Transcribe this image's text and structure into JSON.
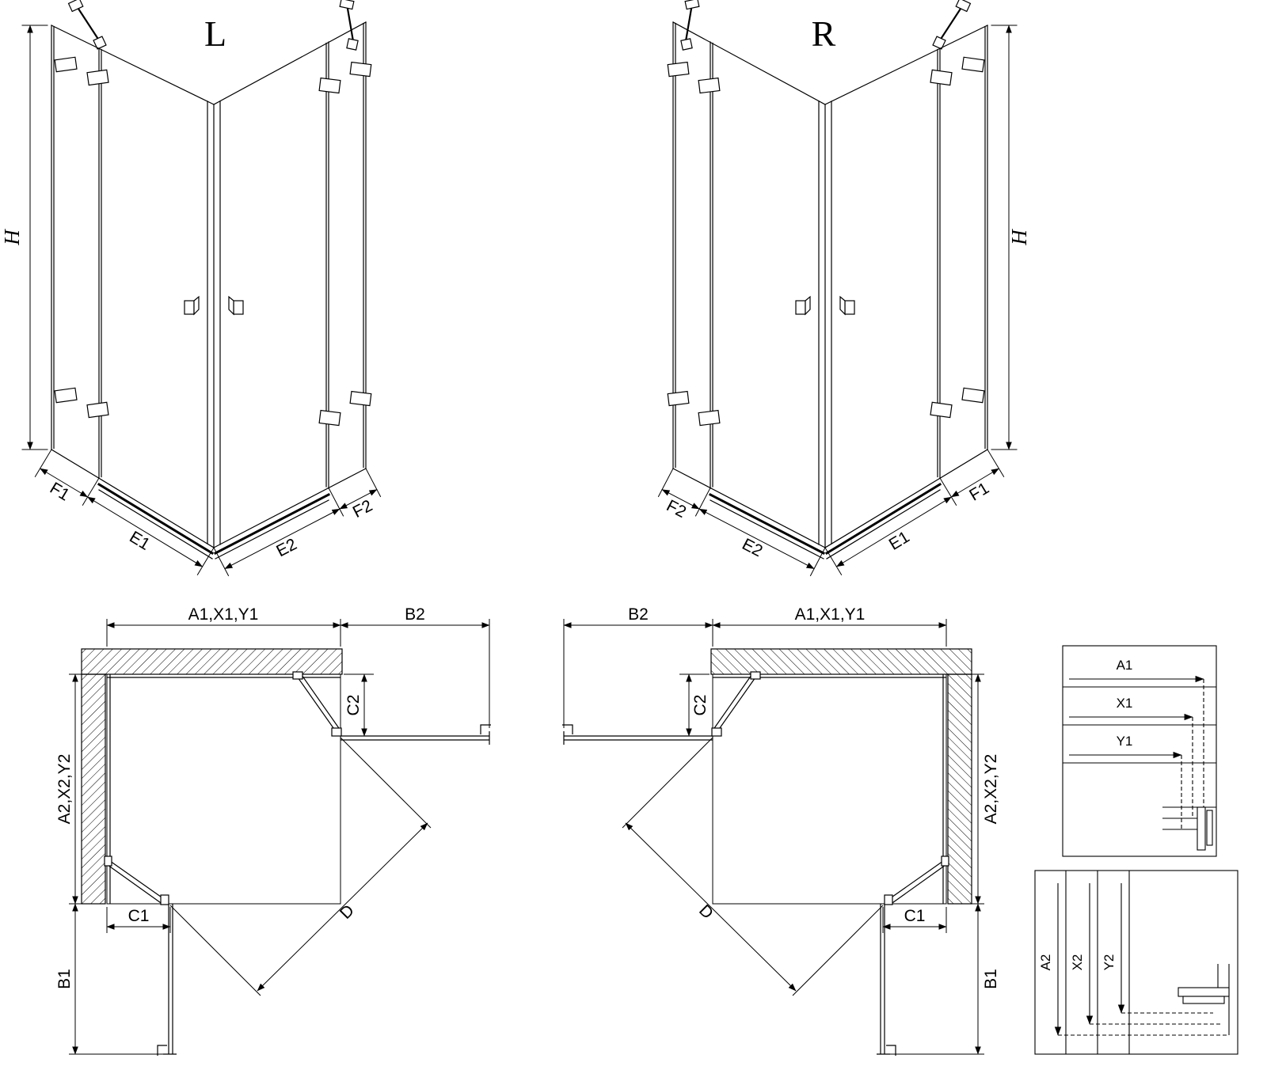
{
  "background": "#ffffff",
  "line_color": "#000000",
  "perspective_left": {
    "title": "L",
    "height_dim": "H",
    "dims": {
      "f1": "F1",
      "e1": "E1",
      "e2": "E2",
      "f2": "F2"
    }
  },
  "perspective_right": {
    "title": "R",
    "height_dim": "H",
    "dims": {
      "f1": "F1",
      "e1": "E1",
      "e2": "E2",
      "f2": "F2"
    }
  },
  "plan_left": {
    "width_dim": "A1,X1,Y1",
    "door_panel_dim": "B2",
    "door_offset_side": "C2",
    "depth_dim": "A2,X2,Y2",
    "door_offset_bottom": "C1",
    "bottom_panel_dim": "B1",
    "entry_dim": "D"
  },
  "plan_right": {
    "width_dim": "A1,X1,Y1",
    "door_panel_dim": "B2",
    "door_offset_side": "C2",
    "depth_dim": "A2,X2,Y2",
    "door_offset_bottom": "C1",
    "bottom_panel_dim": "B1",
    "entry_dim": "D"
  },
  "detail_width": {
    "rows": [
      "A1",
      "X1",
      "Y1"
    ]
  },
  "detail_depth": {
    "cols": [
      "A2",
      "X2",
      "Y2"
    ]
  }
}
